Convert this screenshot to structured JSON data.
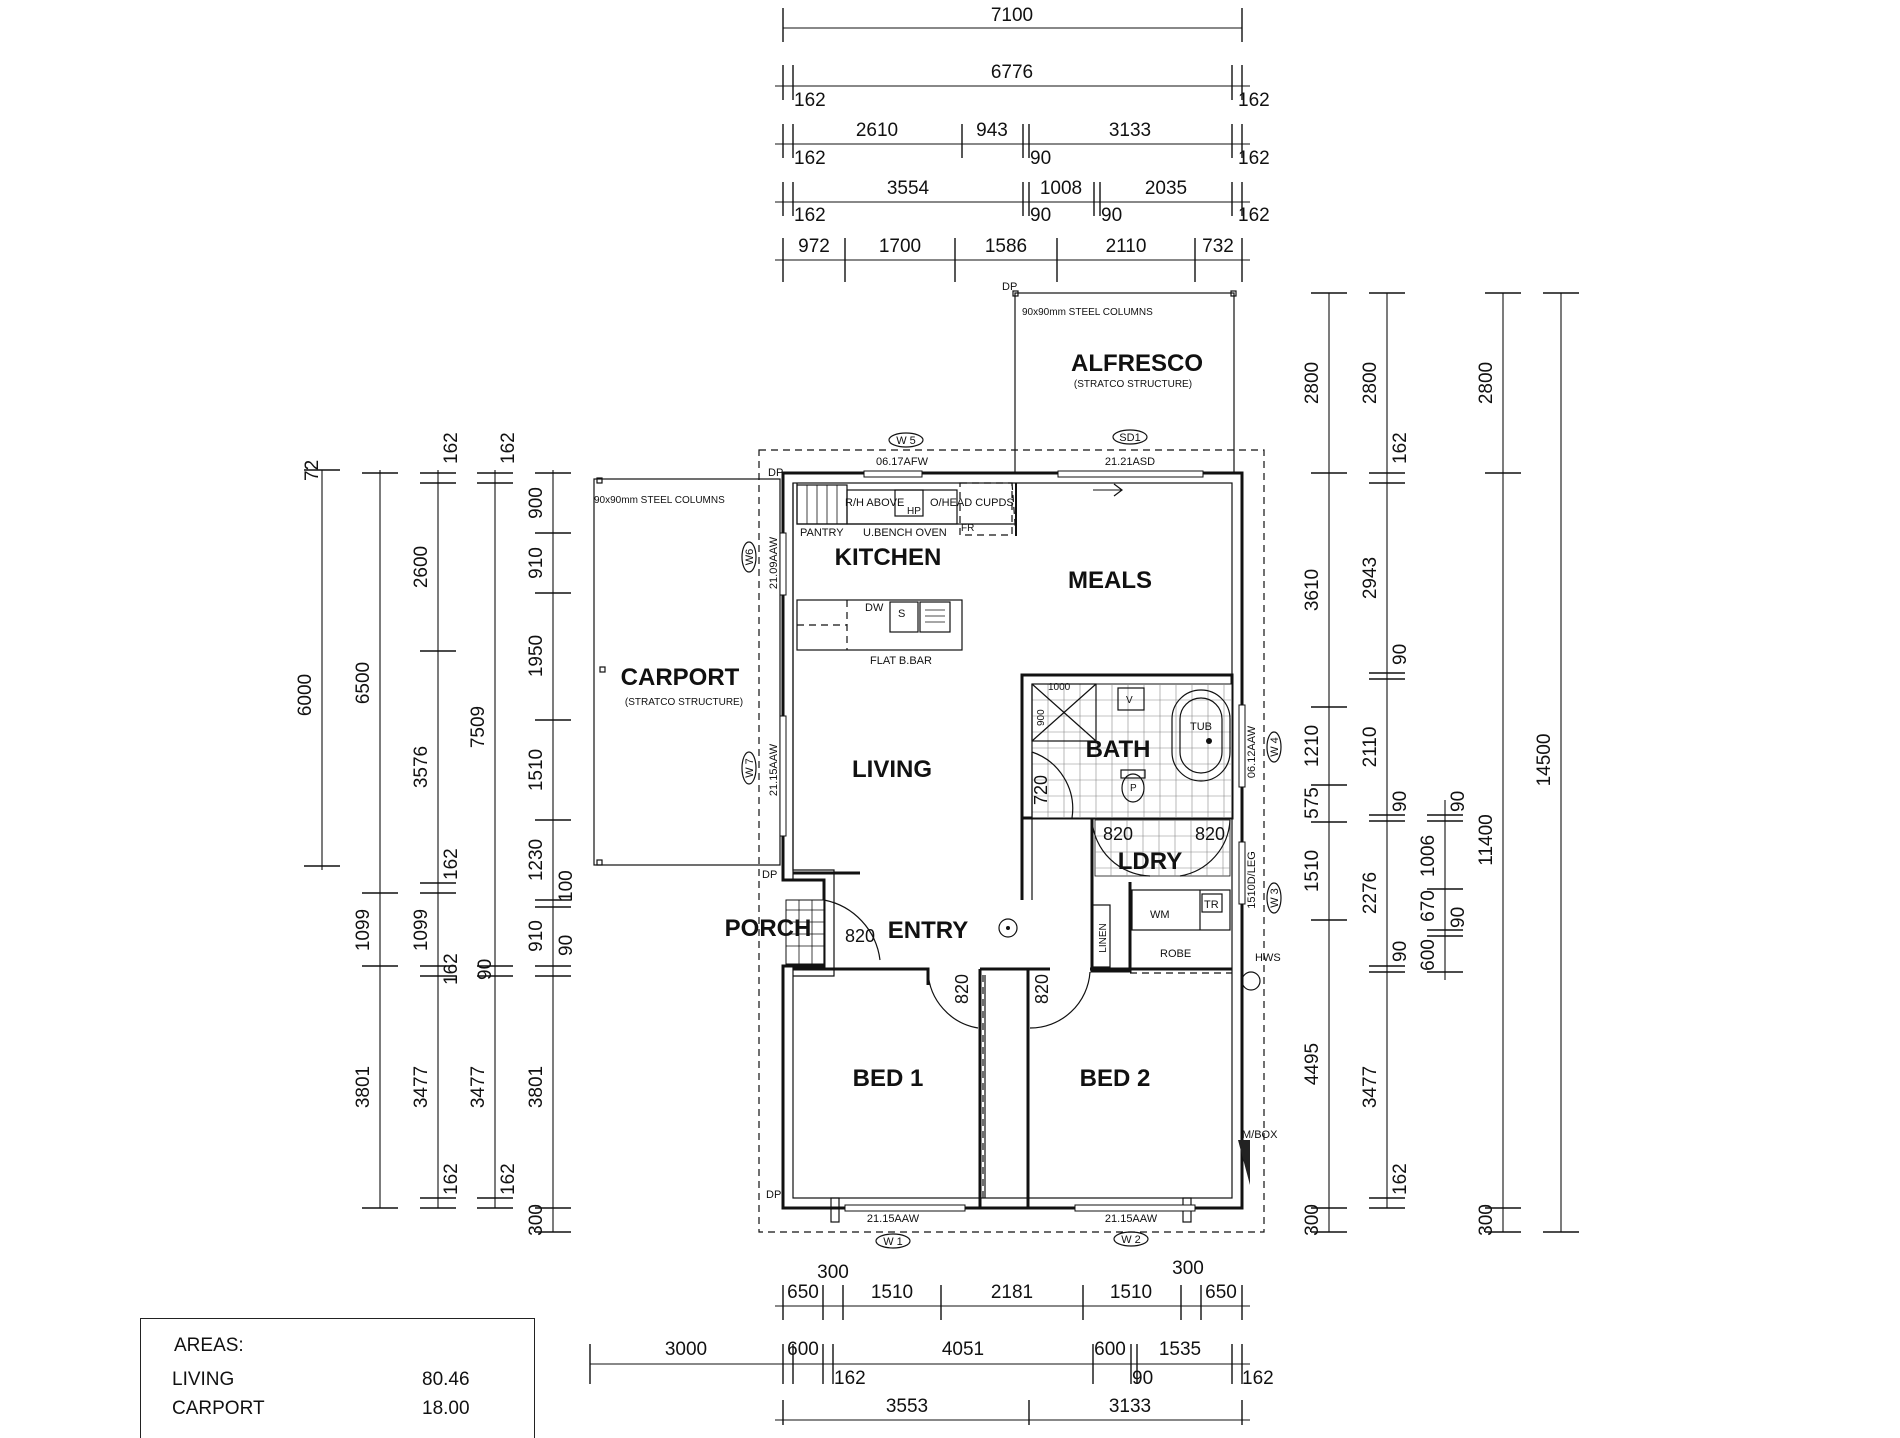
{
  "rooms": {
    "alfresco": "ALFRESCO",
    "alfresco_sub": "(STRATCO STRUCTURE)",
    "carport": "CARPORT",
    "carport_sub": "(STRATCO STRUCTURE)",
    "kitchen": "KITCHEN",
    "meals": "MEALS",
    "living": "LIVING",
    "bath": "BATH",
    "ldry": "LDRY",
    "porch": "PORCH",
    "entry": "ENTRY",
    "bed1": "BED 1",
    "bed2": "BED 2"
  },
  "notes": {
    "steel_columns": "90x90mm STEEL COLUMNS",
    "dp": "DP",
    "rh_above": "R/H ABOVE",
    "hp": "HP",
    "ohead": "O/HEAD CUPDS",
    "fr": "FR",
    "pantry": "PANTRY",
    "ubench": "U.BENCH OVEN",
    "dw": "DW",
    "s": "S",
    "flat_bar": "FLAT B.BAR",
    "v": "V",
    "tub": "TUB",
    "p": "P",
    "linen": "LINEN",
    "wm": "WM",
    "tr": "TR",
    "robe": "ROBE",
    "hws": "HWS",
    "mbox": "M/BOX",
    "w5_code": "06.17AFW",
    "sd1_code": "21.21ASD",
    "w6_code": "21.09AAW",
    "w7_code": "21.15AAW",
    "w4_code": "06.12AAW",
    "w3_code": "1510D/LEG",
    "w1_code": "21.15AAW",
    "w2_code": "21.15AAW"
  },
  "tags": {
    "w5": "W 5",
    "sd1": "SD1",
    "w6": "W6",
    "w7": "W 7",
    "w4": "W 4",
    "w3": "W 3",
    "w1": "W 1",
    "w2": "W 2"
  },
  "doors": [
    "820",
    "820",
    "820",
    "820",
    "820",
    "720"
  ],
  "bath_marks": [
    "1000",
    "900"
  ],
  "top_dims": {
    "r1": [
      "7100"
    ],
    "r2": [
      "6776",
      "162",
      "162"
    ],
    "r3": [
      "2610",
      "943",
      "3133",
      "162",
      "90",
      "162"
    ],
    "r4": [
      "3554",
      "1008",
      "2035",
      "162",
      "90",
      "90",
      "162"
    ],
    "r5": [
      "972",
      "1700",
      "1586",
      "2110",
      "732"
    ]
  },
  "bottom_dims": {
    "r1": [
      "300",
      "300",
      "650",
      "1510",
      "2181",
      "1510",
      "650"
    ],
    "r2": [
      "3000",
      "600",
      "4051",
      "600",
      "1535",
      "162",
      "90",
      "162"
    ],
    "r3": [
      "3553",
      "3133"
    ]
  },
  "left_dims": {
    "a": [
      "72",
      "6000"
    ],
    "b": [
      "6500",
      "1099",
      "3801"
    ],
    "c": [
      "162",
      "2600",
      "3576",
      "162",
      "1099",
      "162",
      "3477",
      "162"
    ],
    "d": [
      "162",
      "7509",
      "90",
      "3477",
      "162"
    ],
    "e": [
      "900",
      "910",
      "1950",
      "1510",
      "1230",
      "100",
      "910",
      "90",
      "3801",
      "300"
    ]
  },
  "right_dims": {
    "a": [
      "2800",
      "3610",
      "1210",
      "575",
      "1510",
      "4495",
      "300"
    ],
    "b": [
      "2800",
      "162",
      "2943",
      "90",
      "2110",
      "90",
      "2276",
      "90",
      "3477",
      "162"
    ],
    "c": [
      "90",
      "1006",
      "670",
      "90",
      "600"
    ],
    "d": [
      "2800",
      "11400",
      "300"
    ],
    "e": [
      "14500"
    ]
  },
  "areas": {
    "title": "AREAS:",
    "rows": [
      {
        "label": "LIVING",
        "value": "80.46"
      },
      {
        "label": "CARPORT",
        "value": "18.00"
      }
    ]
  }
}
